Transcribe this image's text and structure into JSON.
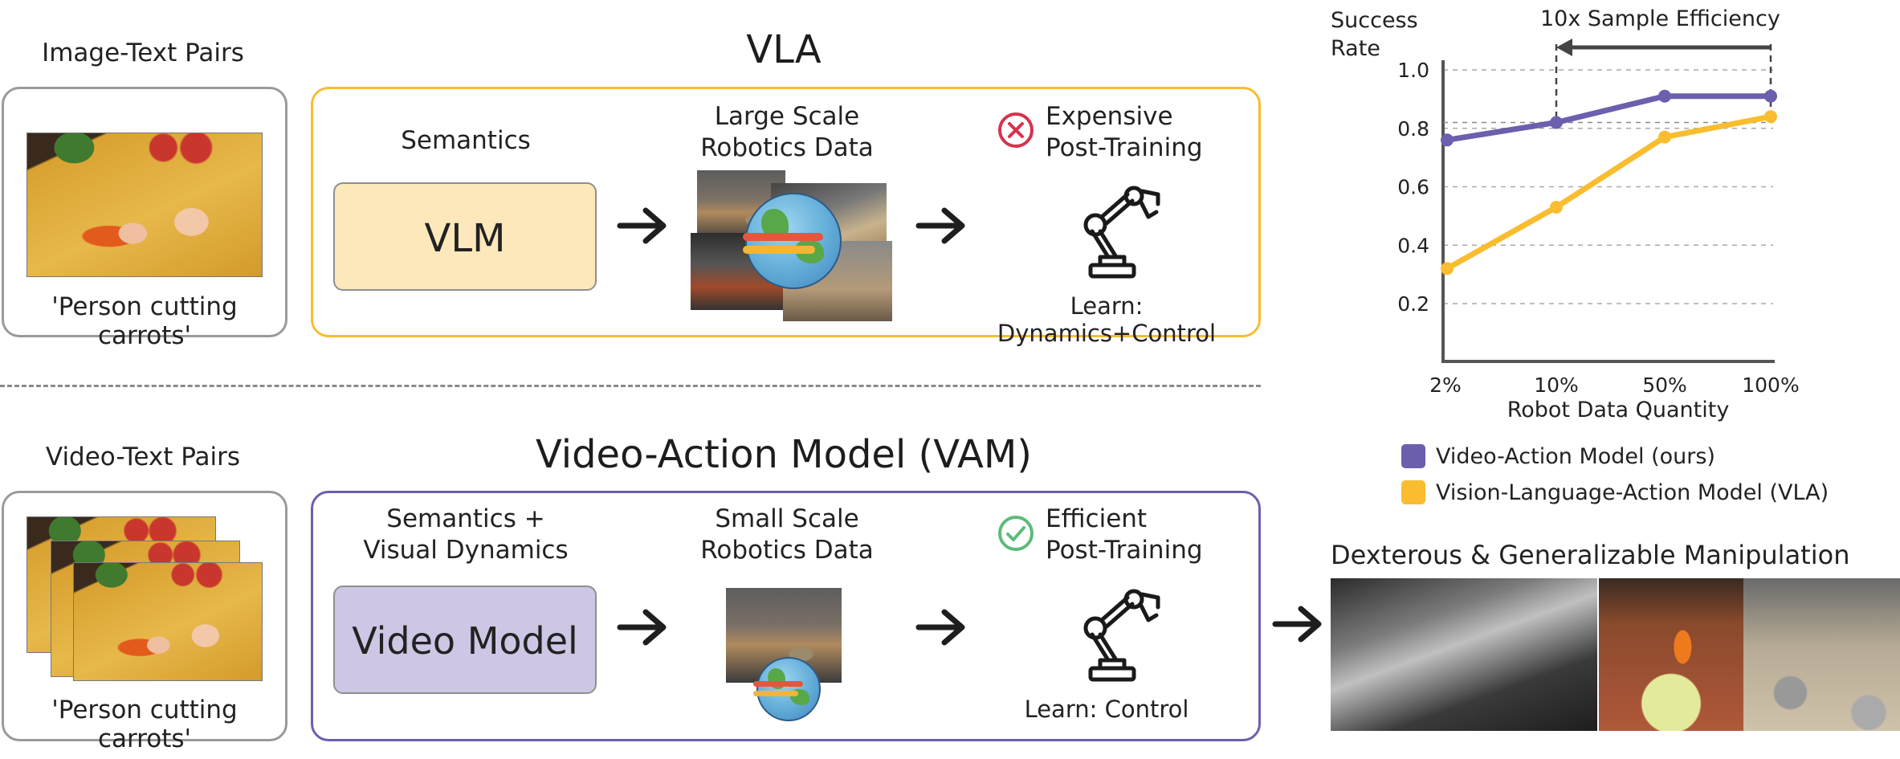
{
  "top_row": {
    "left_title": "Image-Text Pairs",
    "left_caption": "'Person cutting carrots'",
    "section_title": "VLA",
    "stage1_label": "Semantics",
    "stage1_box": "VLM",
    "stage2_label_line1": "Large Scale",
    "stage2_label_line2": "Robotics Data",
    "stage3_label_line1": "Expensive",
    "stage3_label_line2": "Post-Training",
    "stage3_caption": "Learn: Dynamics+Control",
    "stage3_icon": "cross-circle-icon"
  },
  "bottom_row": {
    "left_title": "Video-Text Pairs",
    "left_caption": "'Person cutting carrots'",
    "section_title": "Video-Action Model (VAM)",
    "stage1_label_line1": "Semantics +",
    "stage1_label_line2": "Visual Dynamics",
    "stage1_box": "Video Model",
    "stage2_label_line1": "Small Scale",
    "stage2_label_line2": "Robotics Data",
    "stage3_label_line1": "Efficient",
    "stage3_label_line2": "Post-Training",
    "stage3_caption": "Learn: Control",
    "stage3_icon": "check-circle-icon"
  },
  "colors": {
    "vla": "#f9bd2f",
    "vam": "#6b5fae",
    "vlm_fill": "#fde8bc",
    "video_fill": "#cdc6e4",
    "cross": "#d7324d",
    "check": "#5dbb7a"
  },
  "chart_data": {
    "type": "line",
    "ylabel_line1": "Success",
    "ylabel_line2": "Rate",
    "xlabel": "Robot Data Quantity",
    "categories": [
      "2%",
      "10%",
      "50%",
      "100%"
    ],
    "yticks": [
      "1.0",
      "0.8",
      "0.6",
      "0.4",
      "0.2"
    ],
    "ylim": [
      0,
      1.0
    ],
    "grid": "horizontal dashed",
    "annotation": "10x Sample Efficiency",
    "series": [
      {
        "name": "Video-Action Model (ours)",
        "color": "#6b5fae",
        "values": [
          0.76,
          0.82,
          0.91,
          0.91
        ]
      },
      {
        "name": "Vision-Language-Action Model (VLA)",
        "color": "#f9bd2f",
        "values": [
          0.32,
          0.53,
          0.77,
          0.84
        ]
      }
    ],
    "legend_position": "bottom"
  },
  "dexterous_title": "Dexterous & Generalizable Manipulation"
}
